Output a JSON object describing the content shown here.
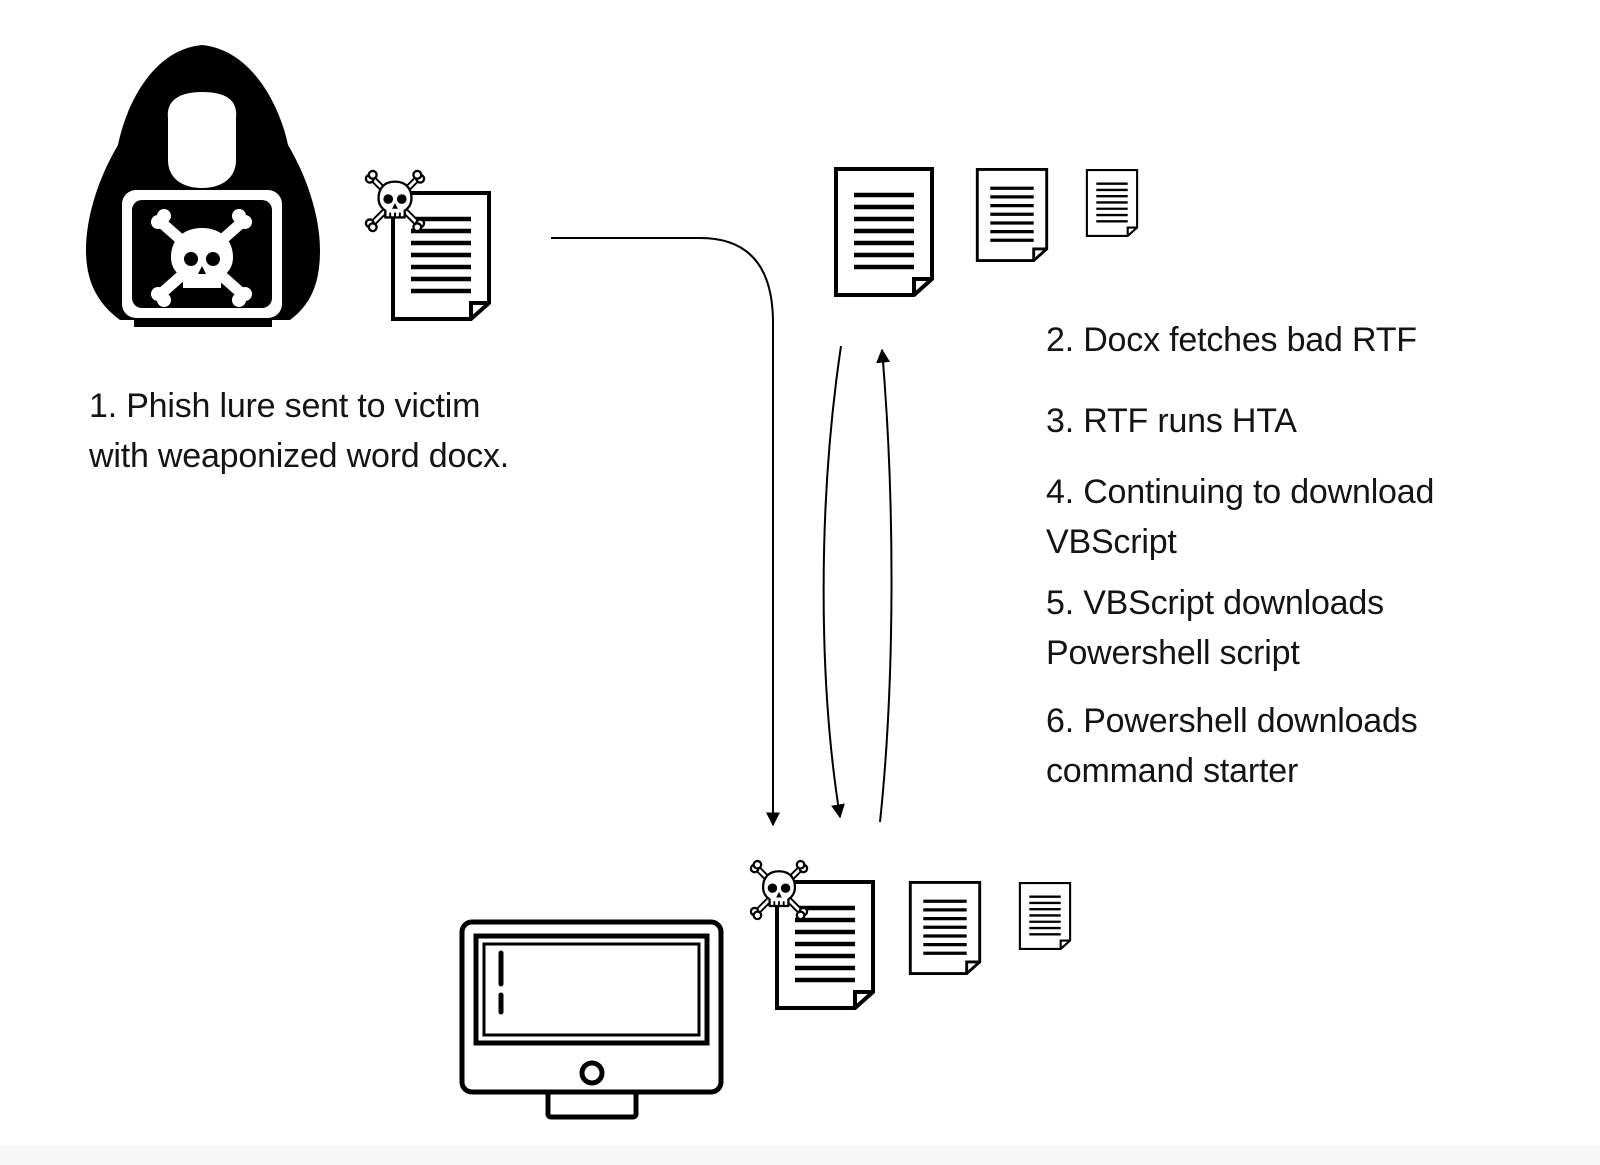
{
  "colors": {
    "ink": "#000000",
    "text": "#141414",
    "paper": "#ffffff",
    "background": "#ffffff"
  },
  "icons": {
    "attacker": "hooded-hacker-icon",
    "attacker_laptop": "skull-crossbones-icon",
    "malicious_document": "skull-document-icon",
    "document": "document-icon",
    "victim_computer": "desktop-monitor-icon"
  },
  "steps": {
    "step1": {
      "line1": "1. Phish lure sent to victim",
      "line2": "with weaponized word docx."
    },
    "step2": {
      "line1": "2. Docx fetches bad RTF"
    },
    "step3": {
      "line1": "3. RTF runs HTA"
    },
    "step4": {
      "line1": "4. Continuing to download",
      "line2": "VBScript"
    },
    "step5": {
      "line1": "5. VBScript downloads",
      "line2": "Powershell script"
    },
    "step6": {
      "line1": "6. Powershell downloads",
      "line2": "command starter"
    }
  }
}
